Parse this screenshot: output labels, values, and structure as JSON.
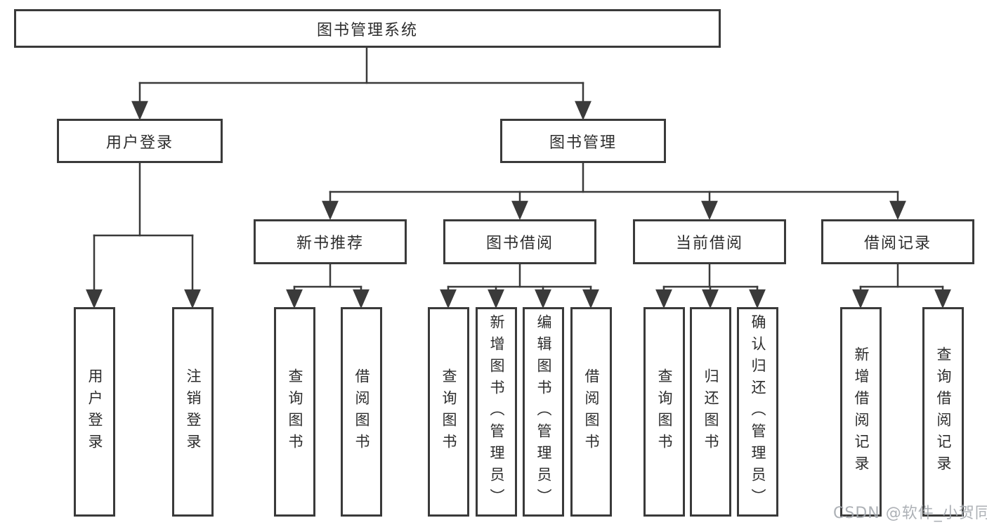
{
  "tree": {
    "root": {
      "label": "图书管理系统"
    },
    "branches": [
      {
        "label": "用户登录",
        "children": [
          {
            "label": "用户登录"
          },
          {
            "label": "注销登录"
          }
        ]
      },
      {
        "label": "图书管理",
        "children": [
          {
            "label": "新书推荐",
            "children": [
              {
                "label": "查询图书"
              },
              {
                "label": "借阅图书"
              }
            ]
          },
          {
            "label": "图书借阅",
            "children": [
              {
                "label": "查询图书"
              },
              {
                "label": "新增图书（管理员）"
              },
              {
                "label": "编辑图书（管理员）"
              },
              {
                "label": "借阅图书"
              }
            ]
          },
          {
            "label": "当前借阅",
            "children": [
              {
                "label": "查询图书"
              },
              {
                "label": "归还图书"
              },
              {
                "label": "确认归还（管理员）"
              }
            ]
          },
          {
            "label": "借阅记录",
            "children": [
              {
                "label": "新增借阅记录"
              },
              {
                "label": "查询借阅记录"
              }
            ]
          }
        ]
      }
    ]
  },
  "watermark": "CSDN @软件_小贺同学",
  "colors": {
    "line": "#3a3a3a",
    "box_border": "#3a3a3a",
    "text": "#2d2d2d",
    "watermark": "#a4a8ae",
    "background": "#ffffff"
  }
}
